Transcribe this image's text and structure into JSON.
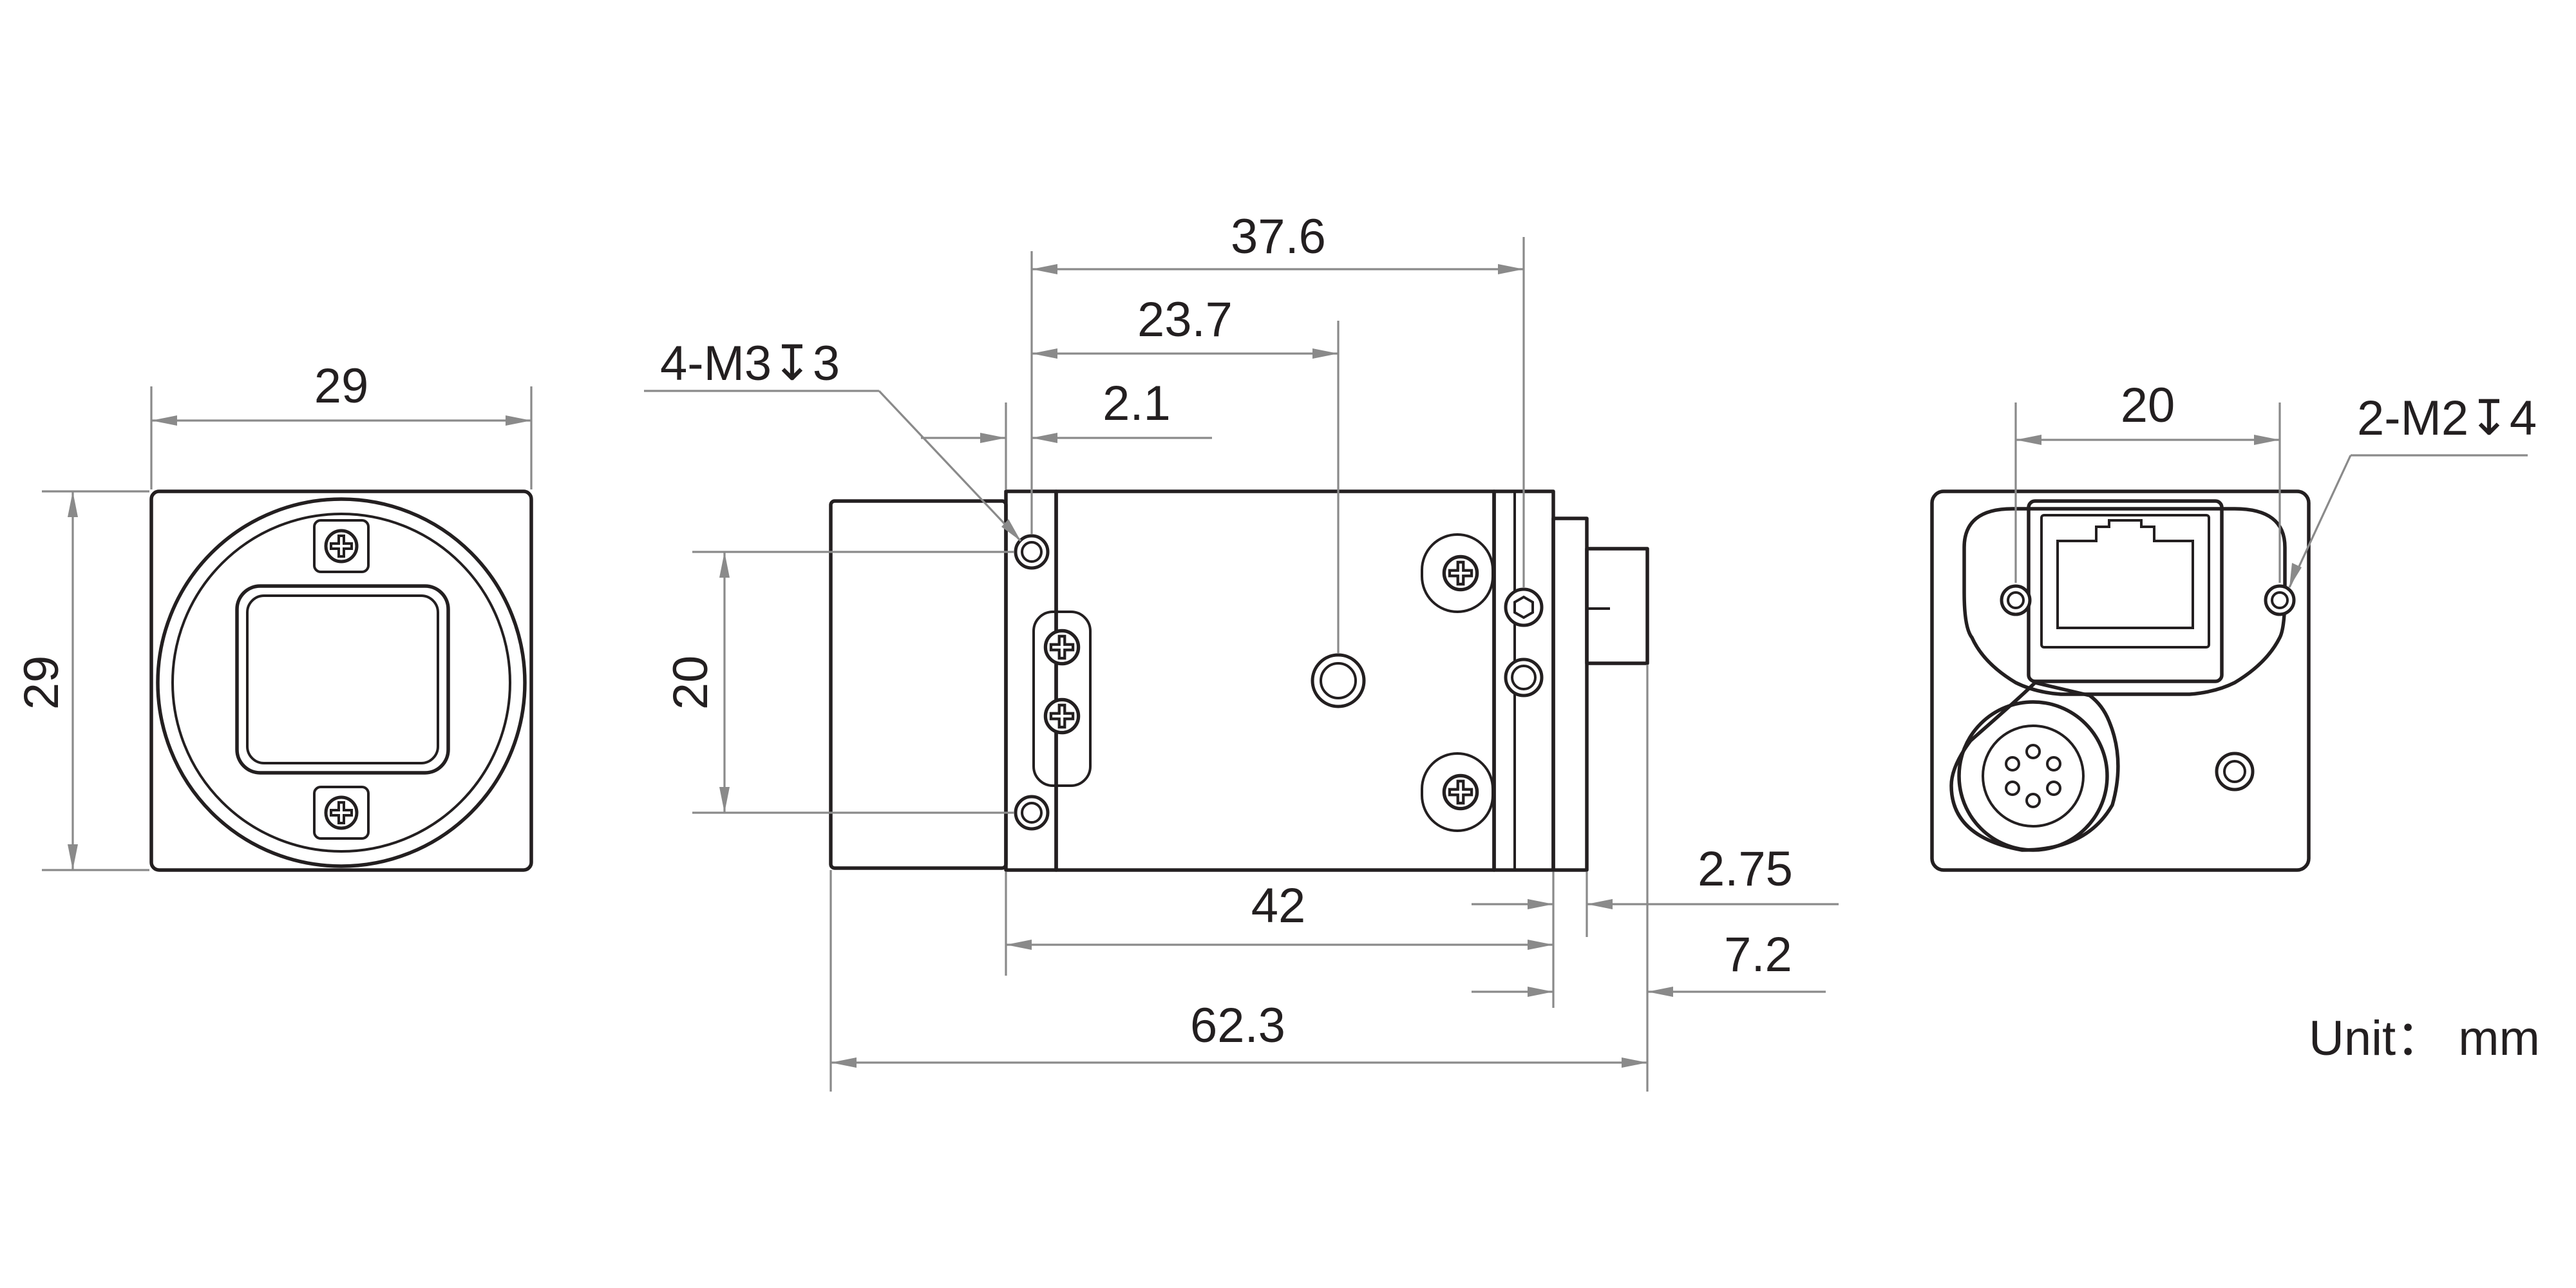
{
  "front_view": {
    "width_label": "29",
    "height_label": "29"
  },
  "side_view": {
    "dim_overall_top_label": "37.6",
    "dim_center_hole_label": "23.7",
    "dim_offset_label": "2.1",
    "thread_note_label": "4-M3↧3",
    "hole_spacing_label": "20",
    "body_length_label": "42",
    "back_offset_label": "2.75",
    "connector_length_label": "7.2",
    "overall_length_label": "62.3"
  },
  "rear_view": {
    "hole_spacing_label": "20",
    "thread_note_label": "2-M2↧4"
  },
  "unit_label": "Unit： mm"
}
